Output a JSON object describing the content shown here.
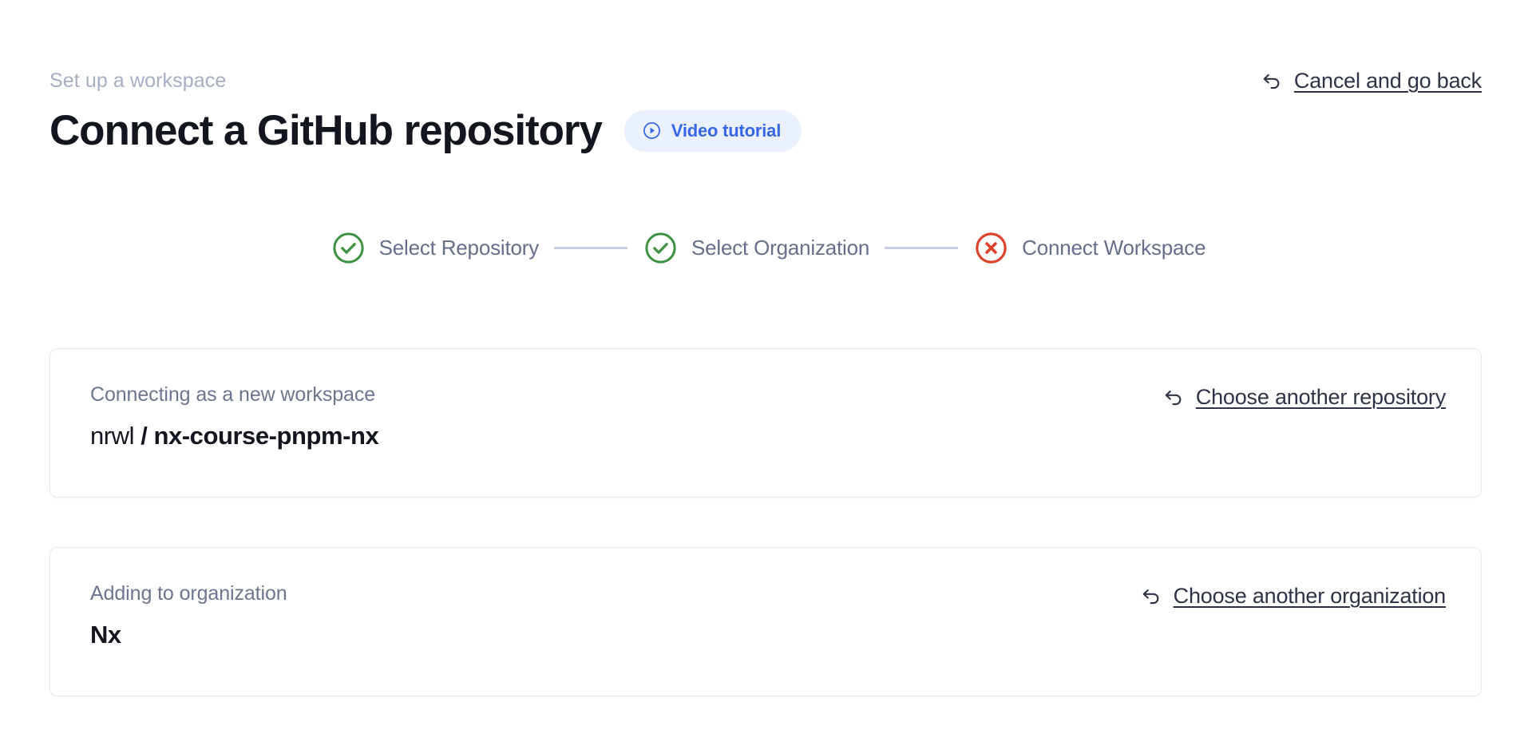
{
  "header": {
    "eyebrow": "Set up a workspace",
    "title": "Connect a GitHub repository",
    "video_badge_label": "Video tutorial",
    "video_badge_icon": "play-circle-icon",
    "cancel_label": "Cancel and go back",
    "cancel_icon": "undo-arrow-icon"
  },
  "colors": {
    "accent_blue": "#3667e8",
    "badge_background": "#eaf0fe",
    "step_done": "#3f9142",
    "step_error": "#d9442a",
    "connector": "#c6cbdd",
    "muted_text": "#6c7590",
    "eyebrow_text": "#a5aec2",
    "strong_text": "#14161f",
    "card_border": "#e8e9f1"
  },
  "stepper": {
    "steps": [
      {
        "label": "Select Repository",
        "state": "done",
        "icon": "check-circle-icon"
      },
      {
        "label": "Select Organization",
        "state": "done",
        "icon": "check-circle-icon"
      },
      {
        "label": "Connect Workspace",
        "state": "error",
        "icon": "x-circle-icon"
      }
    ]
  },
  "cards": [
    {
      "caption": "Connecting as a new workspace",
      "value_owner": "nrwl",
      "value_repo": "/ nx-course-pnpm-nx",
      "link_label": "Choose another repository",
      "link_icon": "undo-arrow-icon"
    },
    {
      "caption": "Adding to organization",
      "value": "Nx",
      "link_label": "Choose another organization",
      "link_icon": "undo-arrow-icon"
    }
  ]
}
